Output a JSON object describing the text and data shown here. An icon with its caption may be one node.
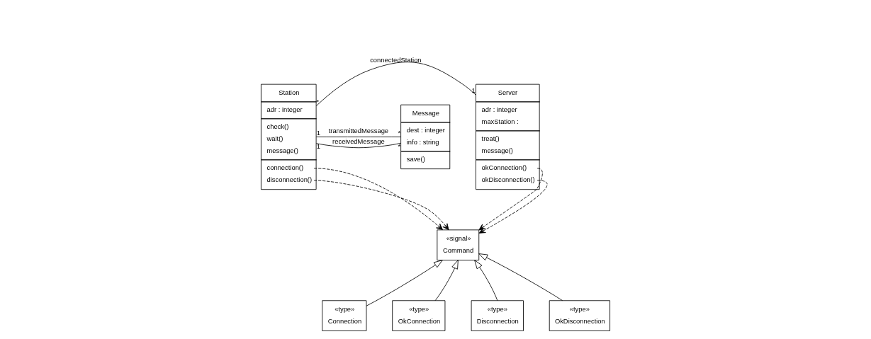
{
  "diagram": {
    "nodes": [
      {
        "text": [
          "Station",
          "adr : integer",
          "check()",
          "wait()",
          "message()",
          "connection()",
          "disconnection()"
        ]
      },
      {
        "text": [
          "Server",
          "adr : integer",
          "maxStation :",
          "treat()",
          "message()",
          "okConnection()",
          "okDisconnection()"
        ]
      },
      {
        "text": [
          "Message",
          "dest : integer",
          "info : string",
          "save()"
        ]
      },
      {
        "text": [
          "«signal»",
          "Command"
        ]
      },
      {
        "text": [
          "«type»",
          "Connection"
        ]
      },
      {
        "text": [
          "«type»",
          "OkConnection"
        ]
      },
      {
        "text": [
          "«type»",
          "Disconnection"
        ]
      },
      {
        "text": [
          "«type»",
          "OkDisconnection"
        ]
      }
    ],
    "edges": [
      {
        "from": 0,
        "to": 1,
        "arrow": "none",
        "label": "connectedStation"
      },
      {
        "from": 0,
        "to": 2,
        "arrow": "none",
        "label": "transmittedMessage"
      },
      {
        "from": 0,
        "to": 2,
        "arrow": "none",
        "label": "receivedMessage"
      },
      {
        "from": 0,
        "to": 3,
        "arrow": "to",
        "style": "dashed"
      },
      {
        "from": 0,
        "to": 3,
        "arrow": "to",
        "style": "dashed"
      },
      {
        "from": 1,
        "to": 3,
        "arrow": "to",
        "style": "dashed"
      },
      {
        "from": 1,
        "to": 3,
        "arrow": "to",
        "style": "dashed"
      },
      {
        "from": 4,
        "to": 3,
        "arrow": "to"
      },
      {
        "from": 5,
        "to": 3,
        "arrow": "to"
      },
      {
        "from": 6,
        "to": 3,
        "arrow": "to"
      },
      {
        "from": 7,
        "to": 3,
        "arrow": "to"
      }
    ],
    "labels": [
      "*",
      "1",
      "1",
      "*",
      "1",
      "*"
    ]
  }
}
